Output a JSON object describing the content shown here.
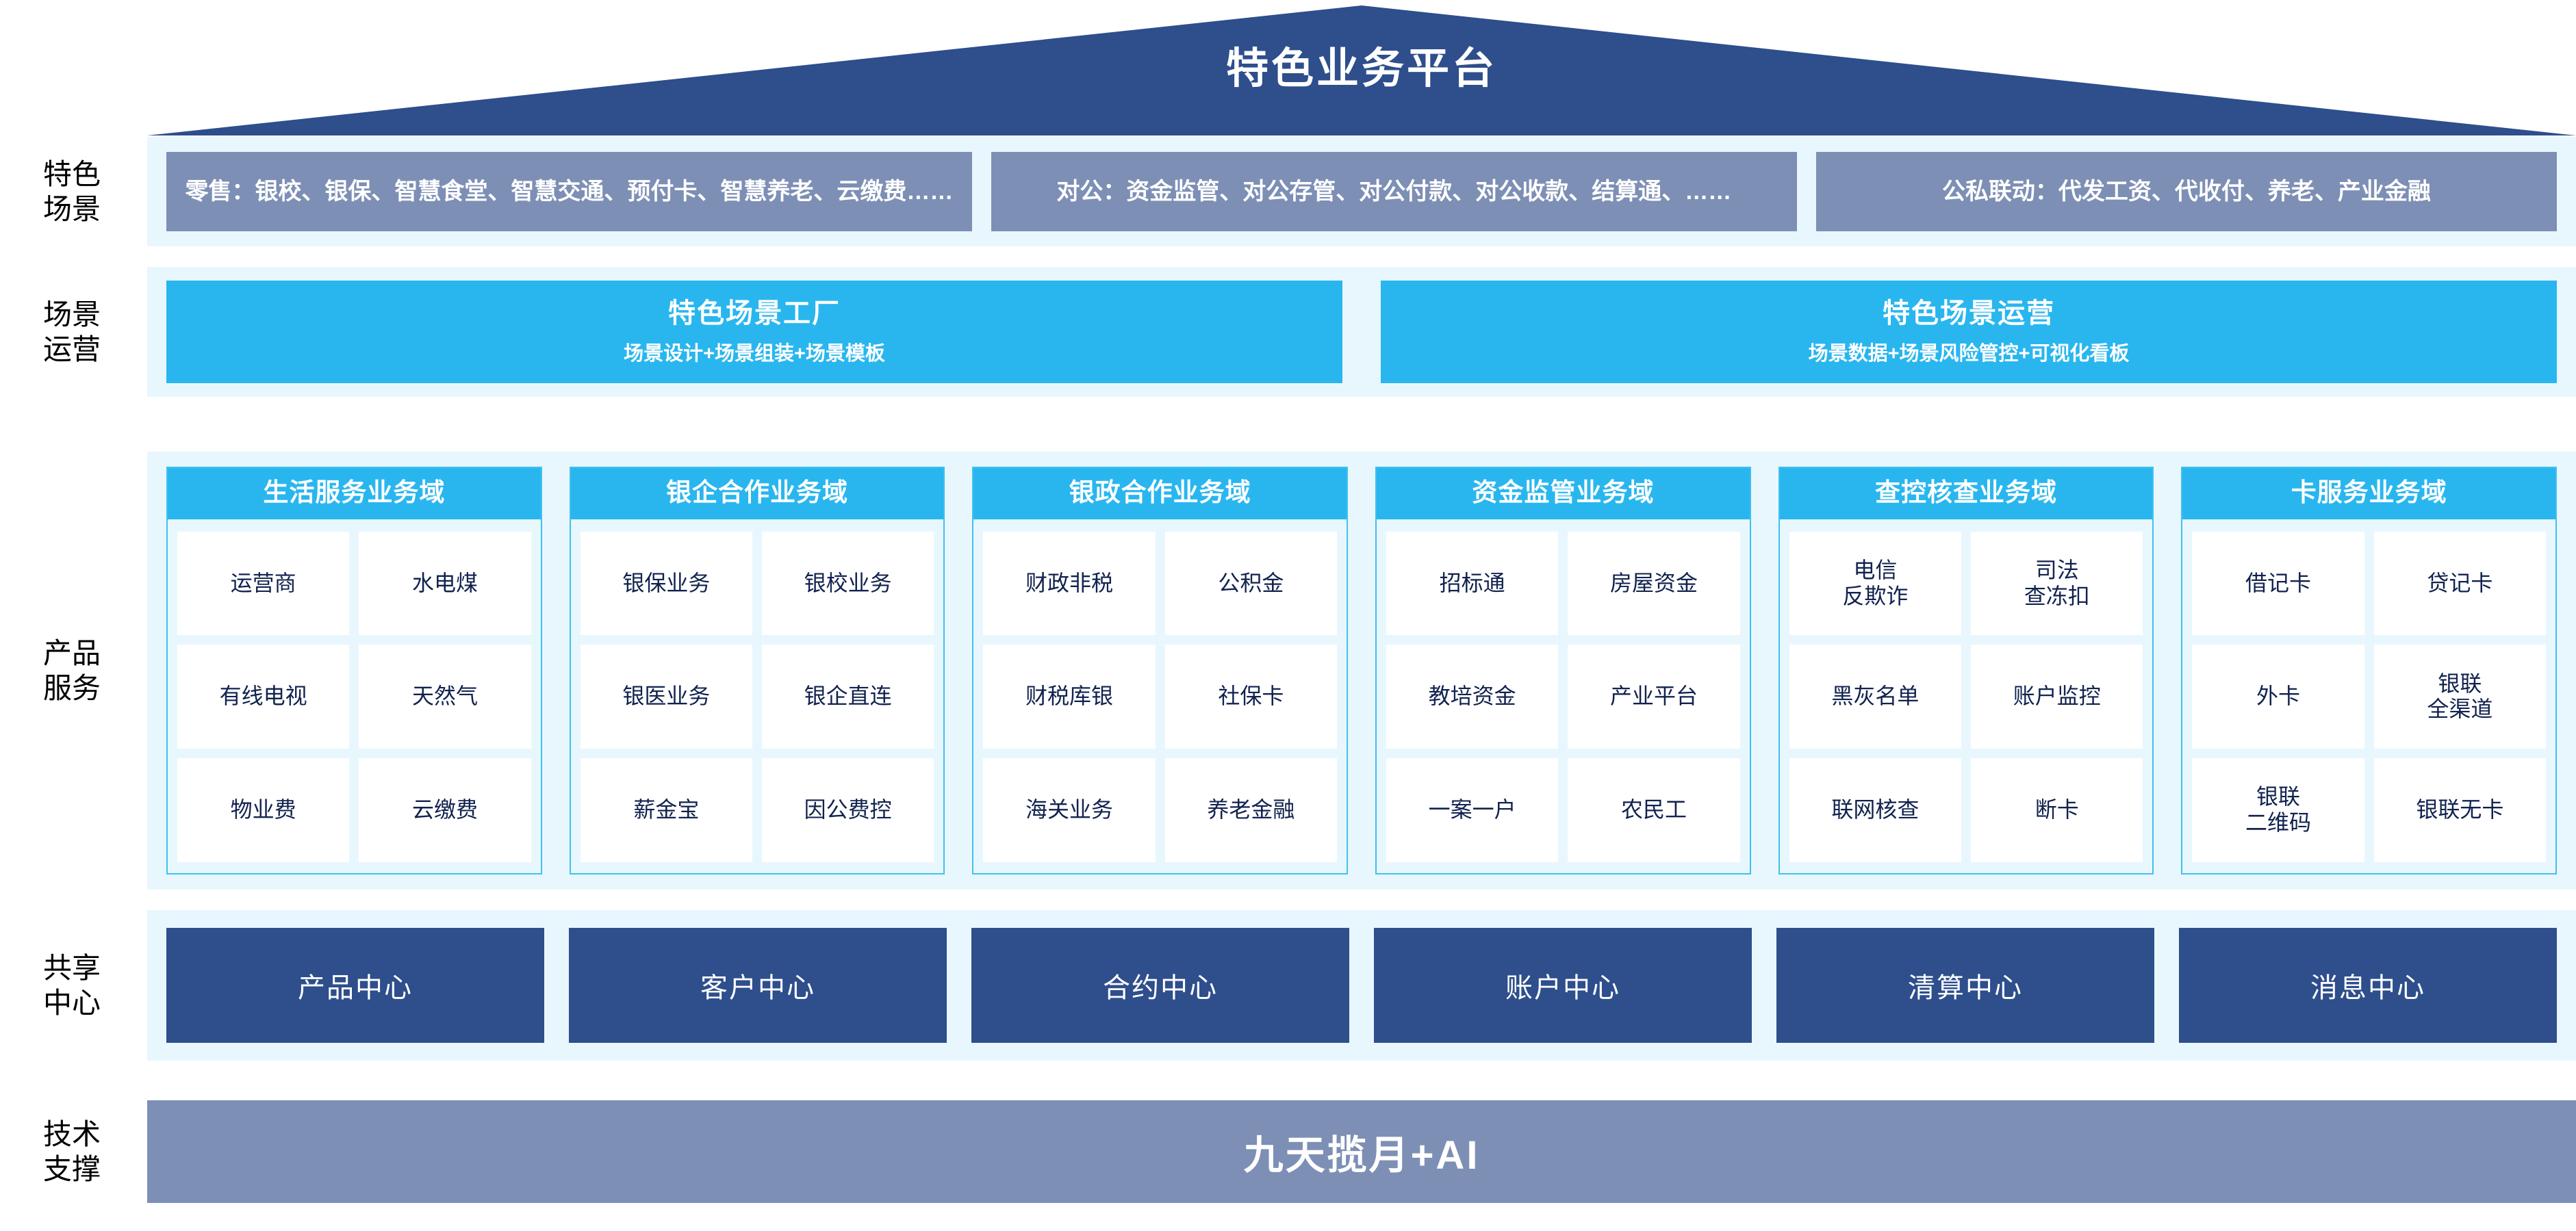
{
  "header": {
    "title": "特色业务平台"
  },
  "rows": {
    "scene": {
      "label_lines": [
        "特色",
        "场景"
      ]
    },
    "operation": {
      "label_lines": [
        "场景",
        "运营"
      ]
    },
    "product": {
      "label_lines": [
        "产品",
        "服务"
      ]
    },
    "shared": {
      "label_lines": [
        "共享",
        "中心"
      ]
    },
    "tech": {
      "label_lines": [
        "技术",
        "支撑"
      ]
    }
  },
  "scenes": [
    {
      "text": "零售：银校、银保、智慧食堂、智慧交通、预付卡、智慧养老、云缴费……"
    },
    {
      "text": "对公：资金监管、对公存管、对公付款、对公收款、结算通、……"
    },
    {
      "text": "公私联动：代发工资、代收付、养老、产业金融"
    }
  ],
  "operations": [
    {
      "title": "特色场景工厂",
      "subtitle": "场景设计+场景组装+场景模板"
    },
    {
      "title": "特色场景运营",
      "subtitle": "场景数据+场景风险管控+可视化看板"
    }
  ],
  "domains": [
    {
      "title": "生活服务业务域",
      "rows": [
        [
          "运营商",
          "水电煤"
        ],
        [
          "有线电视",
          "天然气"
        ],
        [
          "物业费",
          "云缴费"
        ]
      ]
    },
    {
      "title": "银企合作业务域",
      "rows": [
        [
          "银保业务",
          "银校业务"
        ],
        [
          "银医业务",
          "银企直连"
        ],
        [
          "薪金宝",
          "因公费控"
        ]
      ]
    },
    {
      "title": "银政合作业务域",
      "rows": [
        [
          "财政非税",
          "公积金"
        ],
        [
          "财税库银",
          "社保卡"
        ],
        [
          "海关业务",
          "养老金融"
        ]
      ]
    },
    {
      "title": "资金监管业务域",
      "rows": [
        [
          "招标通",
          "房屋资金"
        ],
        [
          "教培资金",
          "产业平台"
        ],
        [
          "一案一户",
          "农民工"
        ]
      ]
    },
    {
      "title": "查控核查业务域",
      "rows": [
        [
          "电信\n反欺诈",
          "司法\n查冻扣"
        ],
        [
          "黑灰名单",
          "账户监控"
        ],
        [
          "联网核查",
          "断卡"
        ]
      ]
    },
    {
      "title": "卡服务业务域",
      "rows": [
        [
          "借记卡",
          "贷记卡"
        ],
        [
          "外卡",
          "银联\n全渠道"
        ],
        [
          "银联\n二维码",
          "银联无卡"
        ]
      ]
    }
  ],
  "shared_centers": [
    "产品中心",
    "客户中心",
    "合约中心",
    "账户中心",
    "清算中心",
    "消息中心"
  ],
  "tech_support": {
    "text": "九天揽月+AI"
  },
  "colors": {
    "roof": "#2e4e8c",
    "panel_bg": "#e8f7fd",
    "scene_box": "#7d8fb5",
    "cyan": "#29b6ef",
    "cyan_border": "#3fc1ef",
    "navy": "#2e4e8c",
    "cell_text": "#11224e",
    "tech_bar": "#7d8fb5"
  }
}
